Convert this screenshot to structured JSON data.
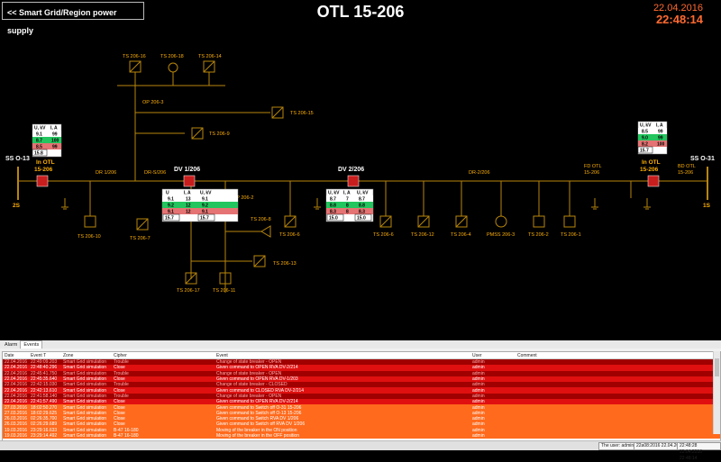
{
  "header": {
    "back_label": "<<  Smart Grid/Region power supply",
    "title": "OTL 15-206",
    "date": "22.04.2016",
    "time": "22:48:14"
  },
  "diagram": {
    "ss_left": "SS O-13",
    "ss_right": "SS O-31",
    "bus_left": "2S",
    "bus_right": "1S",
    "in_otl_left": [
      "In OTL",
      "15-206"
    ],
    "in_otl_right": [
      "In OTL",
      "15-206"
    ],
    "dr_left": "DR 1/206",
    "dr_s": "DR-S/206",
    "dv1": "DV 1/206",
    "dv2": "DV 2/206",
    "dr2": "DR-2/206",
    "fd_otl": [
      "FD OTL",
      "15-206"
    ],
    "bd_otl": [
      "BD OTL",
      "15-206"
    ],
    "op3": "OP 206-3",
    "op2": "OP 206-2",
    "ts": {
      "t16": "TS 206-16",
      "t18": "TS 206-18",
      "t14": "TS 206-14",
      "t15": "TS 206-15",
      "t9": "TS 206-9",
      "t10": "TS 206-10",
      "t7": "TS 206-7",
      "t8": "TS 206-8",
      "t6a": "TS 206-6",
      "t13": "TS 206-13",
      "t17": "TS 206-17",
      "t11": "TS 206-11",
      "t6b": "TS 206-6",
      "t12": "TS 206-12",
      "t4": "TS 206-4",
      "pmss": "PMSS 206-3",
      "t2": "TS 206-2",
      "t1": "TS 206-1"
    },
    "meter_left": {
      "h1": "U, kV",
      "h2": "I, A",
      "rows": [
        [
          "9.1",
          "99"
        ],
        [
          "8.7",
          "100"
        ],
        [
          "8.5",
          "99"
        ]
      ],
      "total": "15.8"
    },
    "meter_right": {
      "h1": "U, kV",
      "h2": "I, A",
      "rows": [
        [
          "8.5",
          "99"
        ],
        [
          "9.0",
          "99"
        ],
        [
          "8.2",
          "100"
        ]
      ],
      "total": "15.7"
    },
    "meter_dv1": {
      "h": [
        "U",
        "I, A",
        "U, kV"
      ],
      "rows": [
        [
          "9.1",
          "13",
          "9.1"
        ],
        [
          "9.2",
          "12",
          "9.2"
        ],
        [
          "9.1",
          "12",
          "9.1"
        ]
      ],
      "totals": [
        "15.7",
        "15.7"
      ]
    },
    "meter_dv2": {
      "h": [
        "U, kV",
        "I, A",
        "U, kV"
      ],
      "rows": [
        [
          "8.7",
          "7",
          "8.7"
        ],
        [
          "8.8",
          "8",
          "8.8"
        ],
        [
          "8.3",
          "8",
          "8.3"
        ]
      ],
      "totals": [
        "15.0",
        "15.0"
      ]
    }
  },
  "events": {
    "tabs": [
      "Alarm",
      "Events"
    ],
    "columns": [
      "Date",
      "Event T",
      "Zone",
      "Cipher",
      "Event",
      "User",
      "Comment"
    ],
    "rows": [
      [
        "22.04.2016",
        "22:49:09.203",
        "Smart Grid simulation",
        "Trouble",
        "Change of state breaker - OPEN",
        "admin",
        "",
        "dred"
      ],
      [
        "22.04.2016",
        "22:48:40.296",
        "Smart Grid simulation",
        "Close",
        "Given command to OPEN RVA DV-2/214",
        "admin",
        "",
        "red"
      ],
      [
        "22.04.2016",
        "22:45:41.750",
        "Smart Grid simulation",
        "Trouble",
        "Change of state breaker - OPEN",
        "admin",
        "",
        "dred"
      ],
      [
        "22.04.2016",
        "22:45:35.640",
        "Smart Grid simulation",
        "Close",
        "Given command to OPEN RVA DV-1/203",
        "admin",
        "",
        "red"
      ],
      [
        "22.04.2016",
        "22:42:15.030",
        "Smart Grid simulation",
        "Trouble",
        "Change of state breaker - CLOSED",
        "admin",
        "",
        "dred"
      ],
      [
        "22.04.2016",
        "22:42:13.610",
        "Smart Grid simulation",
        "Close",
        "Given command to CLOSED RVA DV-2/214",
        "admin",
        "",
        "red"
      ],
      [
        "22.04.2016",
        "22:41:58.140",
        "Smart Grid simulation",
        "Trouble",
        "Change of state breaker - OPEN",
        "admin",
        "",
        "dred"
      ],
      [
        "22.04.2016",
        "22:41:57.490",
        "Smart Grid simulation",
        "Close",
        "Given command to OPEN RVA DV-2/214",
        "admin",
        "",
        "red"
      ],
      [
        "27.03.2016",
        "18:02:50.270",
        "Smart Grid simulation",
        "Close",
        "Given command to Switch off O-31 15-206",
        "admin",
        "",
        "orange"
      ],
      [
        "27.03.2016",
        "18:02:29.625",
        "Smart Grid simulation",
        "Close",
        "Given command to Switch off O-13 15-206",
        "admin",
        "",
        "orange"
      ],
      [
        "26.03.2016",
        "02:26:35.700",
        "Smart Grid simulation",
        "Close",
        "Given command to Switch RVA DV 1/206",
        "admin",
        "",
        "orange"
      ],
      [
        "26.03.2016",
        "02:26:29.689",
        "Smart Grid simulation",
        "Close",
        "Given command to Switch off RVA DV 1/206",
        "admin",
        "",
        "orange"
      ],
      [
        "19.03.2016",
        "23:29:16.633",
        "Smart Grid simulation",
        "B-47 16-180",
        "Moving of the breaker in the ON position",
        "admin",
        "",
        "orange"
      ],
      [
        "19.03.2016",
        "23:29:14.492",
        "Smart Grid simulation",
        "B-47 16-180",
        "Moving of the breaker in the OFF position",
        "admin",
        "",
        "orange"
      ]
    ]
  },
  "status": {
    "user": "The user: admin",
    "d1": "22a08:2016 22.04.2016",
    "d2": "22:48:28 22.04.2016 22:48:14"
  },
  "colors": {
    "line": "#b8860b",
    "label": "#ffb000",
    "breaker": "#c81e1e",
    "event_red": "#e01010",
    "event_orange": "#ff6a1c"
  }
}
